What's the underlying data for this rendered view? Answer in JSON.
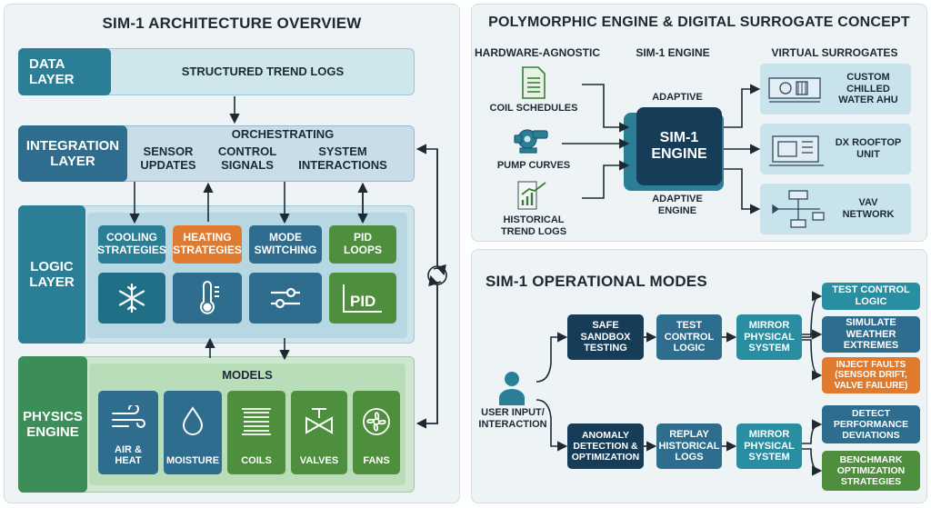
{
  "left": {
    "title": "SIM-1 ARCHITECTURE OVERVIEW",
    "data_layer": {
      "label": "DATA\nLAYER",
      "content": "STRUCTURED TREND LOGS"
    },
    "integration_layer": {
      "label": "INTEGRATION\nLAYER",
      "orchestrating": "ORCHESTRATING",
      "items": [
        "SENSOR\nUPDATES",
        "CONTROL\nSIGNALS",
        "SYSTEM\nINTERACTIONS"
      ]
    },
    "logic_layer": {
      "label": "LOGIC\nLAYER",
      "strategies": [
        "COOLING\nSTRATEGIES",
        "HEATING\nSTRATEGIES",
        "MODE\nSWITCHING",
        "PID\nLOOPS"
      ],
      "icons": [
        "snowflake-icon",
        "thermometer-icon",
        "sliders-icon",
        "pid-icon"
      ],
      "pid_text": "PID"
    },
    "physics_engine": {
      "label": "PHYSICS\nENGINE",
      "models_title": "MODELS",
      "models": [
        "AIR & HEAT",
        "MOISTURE",
        "COILS",
        "VALVES",
        "FANS"
      ],
      "icons": [
        "wind-icon",
        "droplet-icon",
        "coil-icon",
        "valve-icon",
        "fan-icon"
      ]
    }
  },
  "top_right": {
    "title": "POLYMORPHIC ENGINE & DIGITAL SURROGATE CONCEPT",
    "col_headers": [
      "HARDWARE-AGNOSTIC",
      "SIM-1 ENGINE",
      "VIRTUAL SURROGATES"
    ],
    "inputs": [
      "COIL SCHEDULES",
      "PUMP CURVES",
      "HISTORICAL\nTREND LOGS"
    ],
    "input_icons": [
      "document-icon",
      "pump-icon",
      "trend-chart-icon"
    ],
    "engine": {
      "label": "SIM-1\nENGINE",
      "top": "ADAPTIVE",
      "bottom": "ADAPTIVE\nENGINE"
    },
    "surrogates": [
      "CUSTOM\nCHILLED\nWATER AHU",
      "DX ROOFTOP\nUNIT",
      "VAV\nNETWORK"
    ],
    "surrogate_icons": [
      "ahu-icon",
      "rooftop-unit-icon",
      "vav-network-icon"
    ]
  },
  "bottom_right": {
    "title": "SIM-1 OPERATIONAL MODES",
    "user": "USER INPUT/\nINTERACTION",
    "row1": [
      "SAFE\nSANDBOX\nTESTING",
      "TEST\nCONTROL\nLOGIC",
      "MIRROR\nPHYSICAL\nSYSTEM"
    ],
    "row1_out": [
      "TEST CONTROL\nLOGIC",
      "SIMULATE\nWEATHER\nEXTREMES",
      "INJECT FAULTS\n(SENSOR DRIFT,\nVALVE FAILURE)"
    ],
    "row2": [
      "ANOMALY\nDETECTION &\nOPTIMIZATION",
      "REPLAY\nHISTORICAL\nLOGS",
      "MIRROR\nPHYSICAL\nSYSTEM"
    ],
    "row2_out": [
      "DETECT\nPERFORMANCE\nDEVIATIONS",
      "BENCHMARK\nOPTIMIZATION\nSTRATEGIES"
    ]
  },
  "colors": {
    "teal": "#2a7f96",
    "navy": "#173c58",
    "steel": "#2f6d8f",
    "orange": "#e07a2e",
    "green": "#4d8f3c",
    "light_green": "#d9ecd3",
    "light_blue": "#c9e3ec",
    "ice": "#dcebf1"
  }
}
